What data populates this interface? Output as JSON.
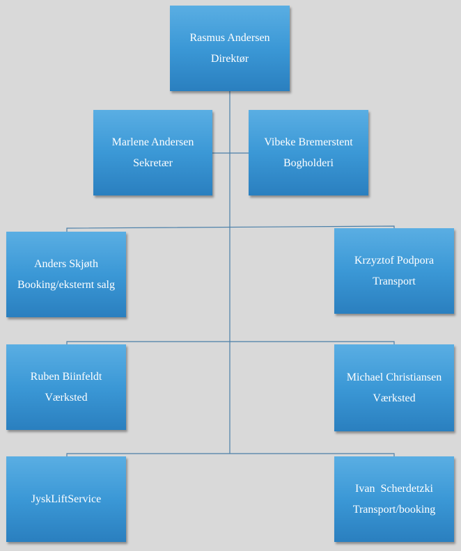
{
  "nodes": [
    {
      "id": "director",
      "name": "Rasmus Andersen",
      "role": "Direktør"
    },
    {
      "id": "secretary",
      "name": "Marlene Andersen",
      "role": "Sekretær"
    },
    {
      "id": "bookkeeper",
      "name": "Vibeke Bremerstent",
      "role": "Bogholderi"
    },
    {
      "id": "booking",
      "name": "Anders Skjøth",
      "role": "Booking/eksternt salg"
    },
    {
      "id": "transport1",
      "name": "Krzyztof Podpora",
      "role": "Transport"
    },
    {
      "id": "workshop1",
      "name": "Ruben Biinfeldt",
      "role": "Værksted"
    },
    {
      "id": "workshop2",
      "name": "Michael Christiansen",
      "role": "Værksted"
    },
    {
      "id": "jysklift",
      "name": "JyskLiftService",
      "role": ""
    },
    {
      "id": "transport2",
      "name": "Ivan  Scherdetzki",
      "role": "Transport/booking"
    }
  ],
  "colors": {
    "box": "#3b98d6",
    "line": "#4a7fa8",
    "background": "#d9d9d9"
  }
}
